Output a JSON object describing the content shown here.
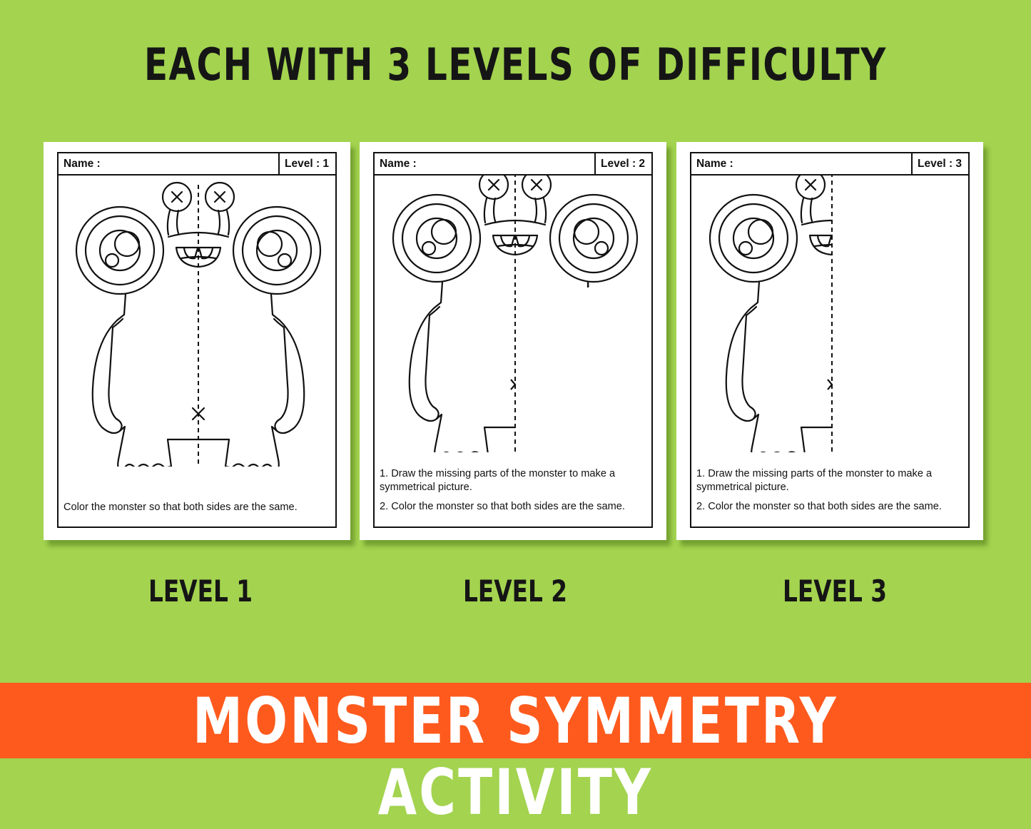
{
  "headline": "EACH WITH 3 LEVELS OF DIFFICULTY",
  "footer_title": "MONSTER SYMMETRY ACTIVITY",
  "colors": {
    "background": "#a3d34f",
    "footer": "#fe5a1d",
    "text_dark": "#151515",
    "footer_text": "#ffffff",
    "card": "#ffffff"
  },
  "worksheets": [
    {
      "name_label": "Name :",
      "level_label": "Level : 1",
      "caption": "LEVEL 1",
      "drawing": "monster-full-with-symmetry-line",
      "instructions": [
        "Color the monster so that both sides are the same."
      ]
    },
    {
      "name_label": "Name :",
      "level_label": "Level : 2",
      "caption": "LEVEL 2",
      "drawing": "monster-left-half-plus-head-right",
      "instructions": [
        "1. Draw the missing parts of the monster to make a symmetrical picture.",
        "2. Color the monster so that both sides are the same."
      ]
    },
    {
      "name_label": "Name :",
      "level_label": "Level : 3",
      "caption": "LEVEL 3",
      "drawing": "monster-left-half-only",
      "instructions": [
        "1. Draw the missing parts of the monster to make a symmetrical picture.",
        "2. Color the monster so that both sides are the same."
      ]
    }
  ]
}
